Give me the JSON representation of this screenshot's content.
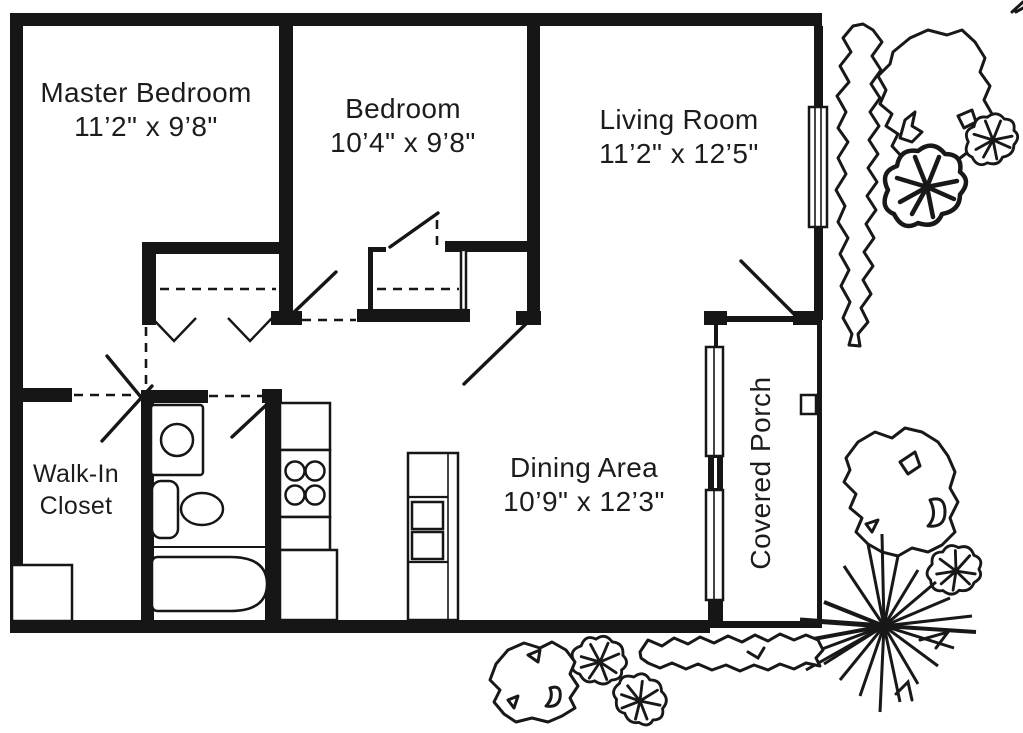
{
  "rooms": {
    "master_bedroom": {
      "name": "Master Bedroom",
      "dims": "11’2\" x 9’8\""
    },
    "bedroom": {
      "name": "Bedroom",
      "dims": "10’4\" x 9’8\""
    },
    "living_room": {
      "name": "Living Room",
      "dims": "11’2\" x 12’5\""
    },
    "dining_area": {
      "name": "Dining Area",
      "dims": "10’9\" x 12’3\""
    },
    "walk_in_closet": {
      "line1": "Walk-In",
      "line2": "Closet"
    },
    "covered_porch": {
      "name": "Covered Porch"
    }
  },
  "colors": {
    "ink": "#161616",
    "paper": "#ffffff"
  }
}
